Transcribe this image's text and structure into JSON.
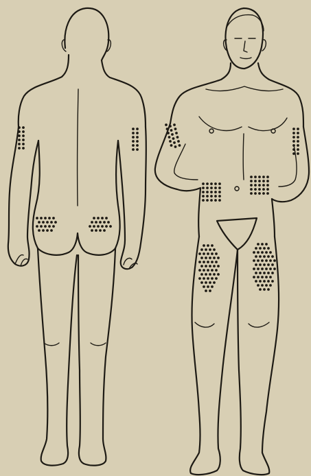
{
  "figure": {
    "views": [
      {
        "id": "back",
        "label": ""
      },
      {
        "id": "front",
        "label": ""
      }
    ],
    "injection_sites": [
      {
        "name": "back-left-upper-arm",
        "view": "back"
      },
      {
        "name": "back-right-upper-arm",
        "view": "back"
      },
      {
        "name": "back-left-buttock",
        "view": "back"
      },
      {
        "name": "back-right-buttock",
        "view": "back"
      },
      {
        "name": "front-right-upper-arm",
        "view": "front"
      },
      {
        "name": "front-left-upper-arm",
        "view": "front"
      },
      {
        "name": "front-right-abdomen",
        "view": "front"
      },
      {
        "name": "front-left-abdomen",
        "view": "front"
      },
      {
        "name": "front-right-thigh",
        "view": "front"
      },
      {
        "name": "front-left-thigh",
        "view": "front"
      }
    ],
    "colors": {
      "paper": "#d8cfb4",
      "ink": "#1d1a14"
    }
  }
}
